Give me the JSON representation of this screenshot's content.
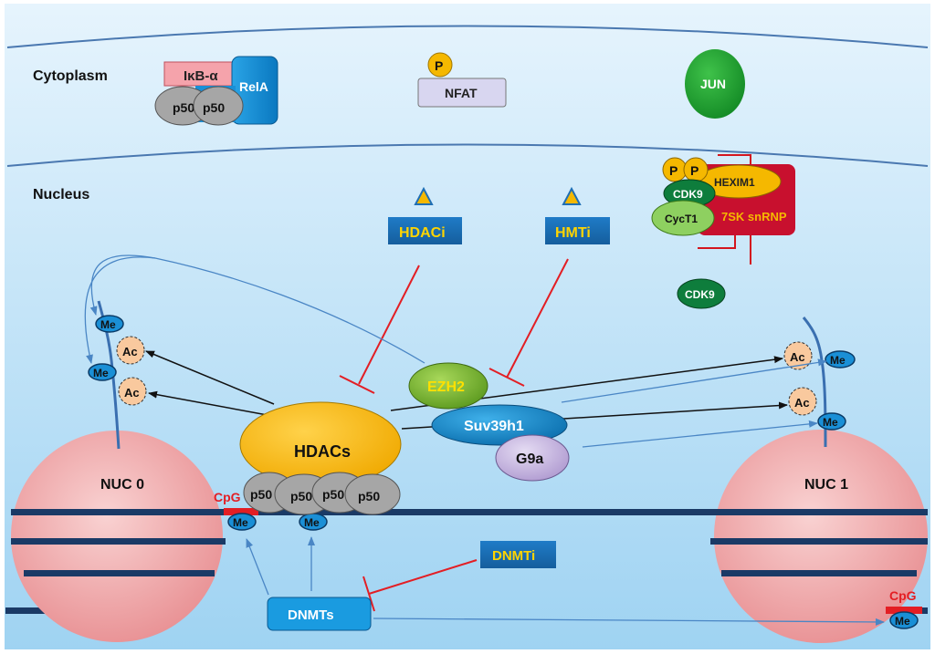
{
  "regions": {
    "cytoplasm": "Cytoplasm",
    "nucleus": "Nucleus"
  },
  "cytoplasm": {
    "ikba": "IκB-α",
    "rela": "RelA",
    "p50": "p50",
    "nfat": "NFAT",
    "phospho": "P",
    "jun": "JUN"
  },
  "ptefb": {
    "p": "P",
    "hexim1": "HEXIM1",
    "cdk9": "CDK9",
    "cyct1": "CycT1",
    "snrnp": "7SK snRNP",
    "free_cdk9": "CDK9"
  },
  "inhibitors": {
    "hdaci": "HDACi",
    "hmti": "HMTi",
    "dnmti": "DNMTi"
  },
  "enzymes": {
    "hdacs": "HDACs",
    "ezh2": "EZH2",
    "suv39h1": "Suv39h1",
    "g9a": "G9a",
    "dnmts": "DNMTs",
    "p50": "p50"
  },
  "marks": {
    "me": "Me",
    "ac": "Ac",
    "cpg": "CpG"
  },
  "nucleosomes": {
    "nuc0": "NUC 0",
    "nuc1": "NUC 1"
  },
  "colors": {
    "background": "#d6ecfa",
    "inhibitor_box": "#1f6fb5",
    "inhibitor_text": "#ffd400",
    "hdacs": "#f5b800",
    "ezh2": "#7cb82f",
    "suv39h1": "#1a88c9",
    "g9a": "#c6b2e0",
    "nucleosome": "#f2aaaa",
    "dna": "#1a3a66",
    "inhibition": "#e31e24",
    "snrnp": "#c8102e"
  }
}
